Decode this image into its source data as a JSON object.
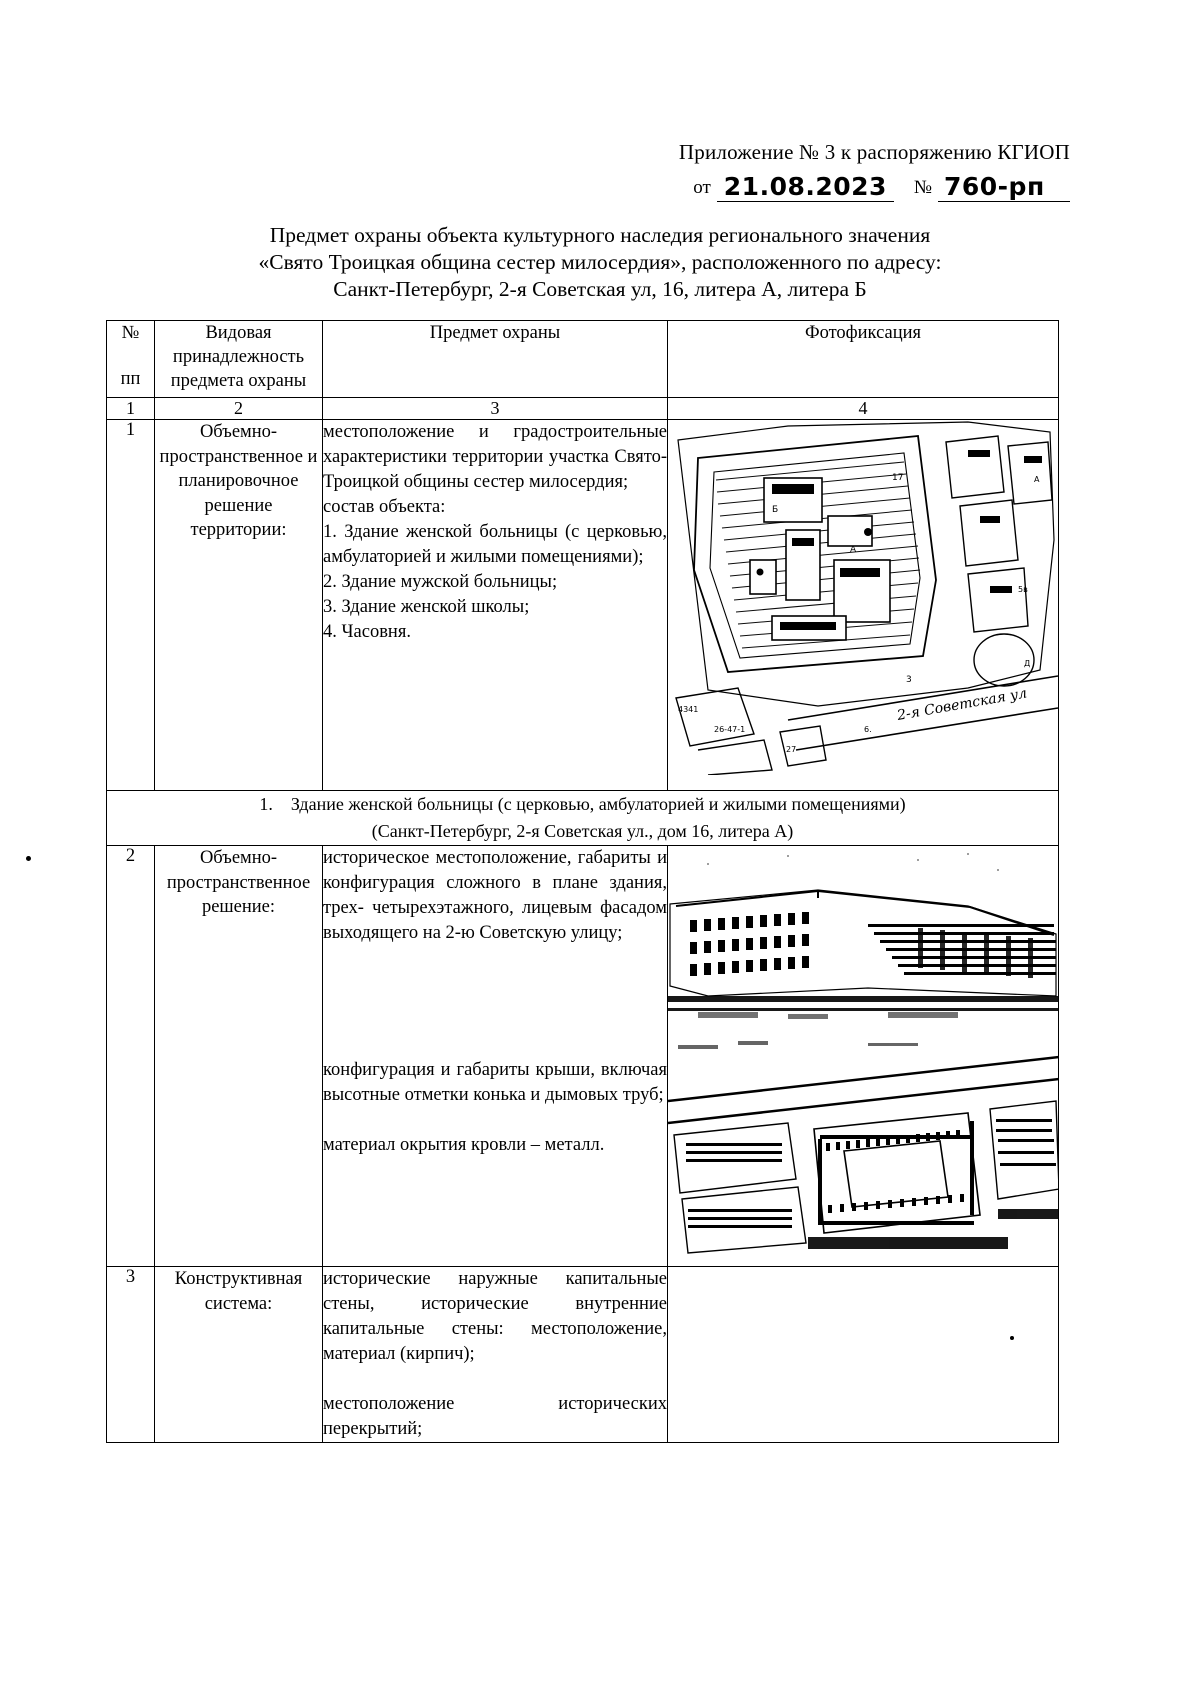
{
  "header": {
    "appendix_line": "Приложение № 3 к распоряжению КГИОП",
    "from_label": "от",
    "date_value": "21.08.2023",
    "number_sign": "№",
    "number_value": "760-рп"
  },
  "title": {
    "line1": "Предмет охраны объекта культурного наследия регионального значения",
    "line2": "«Свято Троицкая община сестер милосердия», расположенного по адресу:",
    "line3": "Санкт-Петербург, 2-я Советская ул, 16, литера А, литера Б"
  },
  "table": {
    "headers": {
      "col1_line1": "№",
      "col1_line2": "пп",
      "col2": "Видовая принадлежность предмета охраны",
      "col3": "Предмет охраны",
      "col4": "Фотофиксация"
    },
    "column_numbers": [
      "1",
      "2",
      "3",
      "4"
    ],
    "rows": [
      {
        "index": "1",
        "kind": "Объемно-пространственное и планировочное решение территории:",
        "subject_paragraphs": [
          "местоположение и градостроительные характеристики территории участка Свято-Троицкой общины сестер милосердия;",
          "состав объекта:",
          "1. Здание женской больницы (с церковью, амбулаторией и жилыми помещениями);",
          "2. Здание мужской больницы;",
          "3. Здание женской школы;",
          "4. Часовня."
        ],
        "photo": "cadastral-map"
      },
      {
        "index": "2",
        "kind": "Объемно-пространственное решение:",
        "subject_paragraphs": [
          "историческое местоположение, габариты и конфигурация сложного в плане здания, трех- четырехэтажного, лицевым фасадом выходящего на 2-ю Советскую улицу;",
          "конфигурация и габариты крыши, включая высотные отметки конька и дымовых труб;",
          "материал окрытия кровли – металл."
        ],
        "photos": [
          "facade-photo",
          "aerial-photo"
        ]
      },
      {
        "index": "3",
        "kind": "Конструктивная система:",
        "subject_paragraphs": [
          "исторические наружные капитальные стены, исторические внутренние капитальные стены: местоположение, материал (кирпич);",
          "местоположение исторических перекрытий;"
        ],
        "photos": []
      }
    ],
    "section_banner": {
      "number": "1.",
      "line1": "Здание женской больницы (с церковью, амбулаторией и жилыми помещениями)",
      "line2": "(Санкт-Петербург, 2-я Советская ул., дом 16, литера А)"
    }
  },
  "map_labels": {
    "street_name": "2-я Советская ул",
    "parcel_codes": [
      "4341",
      "26-47-1",
      "27",
      "6",
      "17",
      "А",
      "Д",
      "Б"
    ]
  },
  "colors": {
    "ink": "#000000",
    "paper": "#ffffff"
  }
}
